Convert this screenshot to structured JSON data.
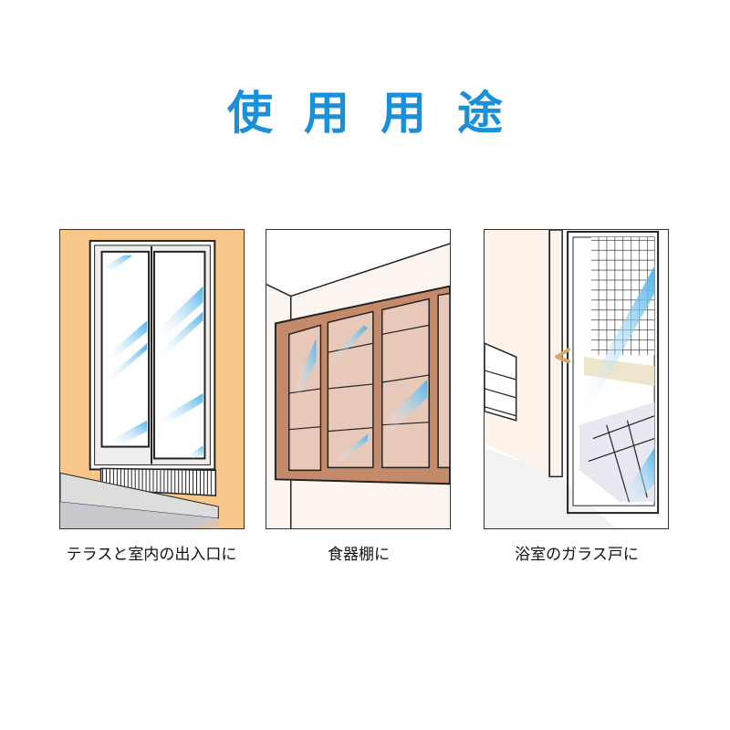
{
  "header": {
    "title": "使用用途"
  },
  "usages": [
    {
      "id": "terrace",
      "caption": "テラスと室内の出入口に",
      "illustration": "sliding-glass-door-illustration"
    },
    {
      "id": "cabinet",
      "caption": "食器棚に",
      "illustration": "glass-cupboard-illustration"
    },
    {
      "id": "bathroom",
      "caption": "浴室のガラス戸に",
      "illustration": "bathroom-glass-door-illustration"
    }
  ],
  "colors": {
    "title": "#1a8fdc",
    "wall_orange": "#f8c88a",
    "wood": "#c48a6a",
    "glass_blue": "#4fb4ea",
    "cream_wall": "#fdf3ea",
    "outline": "#222222"
  }
}
